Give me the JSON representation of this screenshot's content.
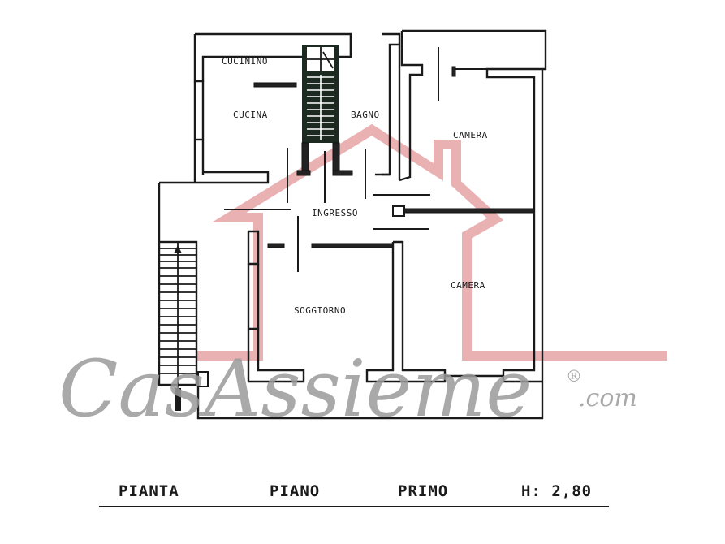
{
  "floor_plan": {
    "rooms": [
      {
        "id": "cucinino",
        "label": "CUCININO"
      },
      {
        "id": "cucina",
        "label": "CUCINA"
      },
      {
        "id": "bagno",
        "label": "BAGNO"
      },
      {
        "id": "camera_1",
        "label": "CAMERA"
      },
      {
        "id": "ingresso",
        "label": "INGRESSO"
      },
      {
        "id": "camera_2",
        "label": "CAMERA"
      },
      {
        "id": "soggiorno",
        "label": "SOGGIORNO"
      }
    ],
    "caption": {
      "word1": "PIANTA",
      "word2": "PIANO",
      "word3": "PRIMO",
      "height": "H: 2,80"
    }
  },
  "watermark": {
    "brand": "CasAssieme",
    "registered": "®",
    "domain": ".com",
    "house_color": "#e6a3a6",
    "text_color": "#9b9b9b"
  }
}
